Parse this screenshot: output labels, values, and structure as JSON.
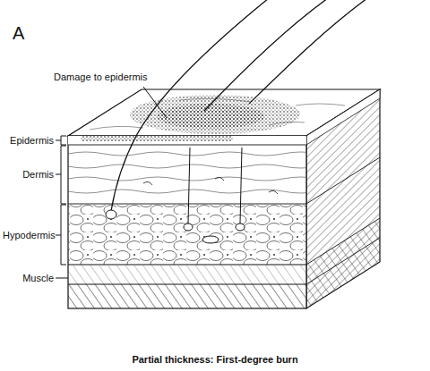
{
  "diagram": {
    "caption": "Partial thickness: First-degree burn",
    "labels": [
      "A",
      "Damage to epidermis",
      "Epidermis",
      "Dermis",
      "Hypodermis",
      "Muscle"
    ]
  }
}
